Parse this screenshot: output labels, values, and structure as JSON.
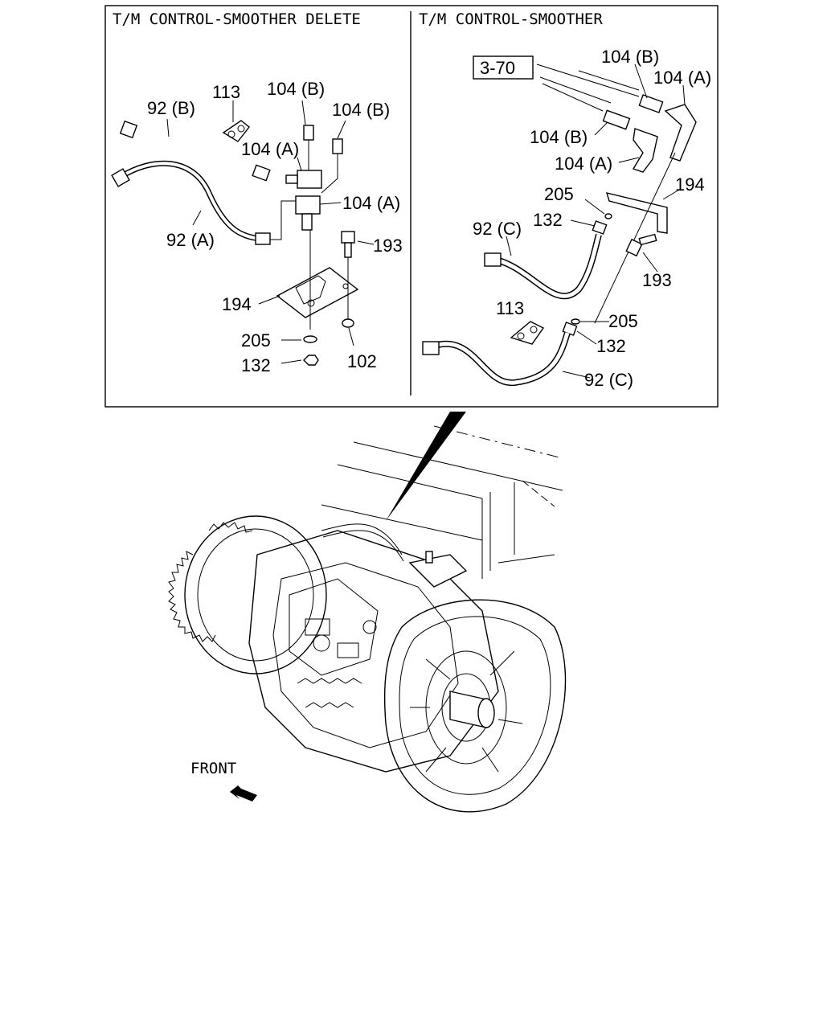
{
  "panels": {
    "left_title": "T/M CONTROL-SMOOTHER DELETE",
    "right_title": "T/M CONTROL-SMOOTHER"
  },
  "left_labels": {
    "l113": "113",
    "l104b_1": "104 (B)",
    "l104b_2": "104 (B)",
    "l92b": "92 (B)",
    "l104a_1": "104 (A)",
    "l104a_2": "104 (A)",
    "l92a": "92 (A)",
    "l193": "193",
    "l194": "194",
    "l205": "205",
    "l132": "132",
    "l102": "102"
  },
  "right_labels": {
    "ref_box": "3-70",
    "r104b_1": "104 (B)",
    "r104a_1": "104 (A)",
    "r104b_2": "104 (B)",
    "r104a_2": "104 (A)",
    "r205_1": "205",
    "r194": "194",
    "r132_1": "132",
    "r92c_1": "92 (C)",
    "r193": "193",
    "r113": "113",
    "r205_2": "205",
    "r132_2": "132",
    "r92c_2": "92 (C)"
  },
  "lower": {
    "front_label": "FRONT",
    "icons": {
      "arrow": "front-arrow-icon"
    }
  }
}
